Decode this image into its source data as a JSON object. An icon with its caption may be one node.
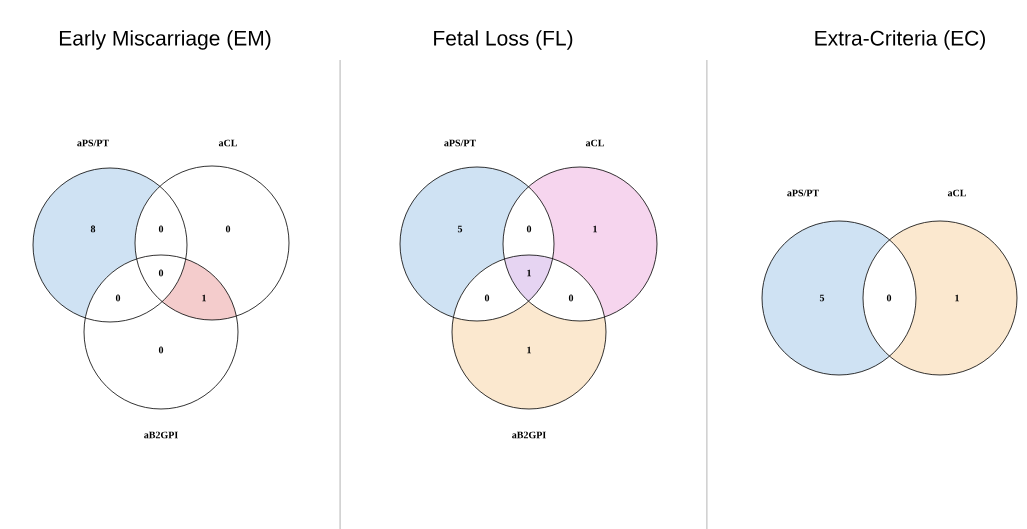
{
  "diagram": {
    "nodes": [
      {
        "text": [
          "aPS/PT",
          "8"
        ]
      },
      {
        "text": [
          "aCL",
          "0"
        ]
      },
      {
        "text": [
          "0",
          "aB2GPI"
        ]
      },
      {
        "text": [
          "aPS/PT",
          "5"
        ]
      },
      {
        "text": [
          "aCL",
          "1"
        ]
      },
      {
        "text": [
          "1",
          "aB2GPI"
        ]
      },
      {
        "text": [
          "aPS/PT",
          "5"
        ]
      },
      {
        "text": [
          "aCL",
          "1"
        ]
      }
    ],
    "labels": [
      "Early Miscarriage (EM)",
      "Fetal Loss (FL)",
      "Extra-Criteria (EC)",
      "0",
      "0",
      "0",
      "1",
      "0",
      "1",
      "0",
      "0",
      "0"
    ]
  }
}
